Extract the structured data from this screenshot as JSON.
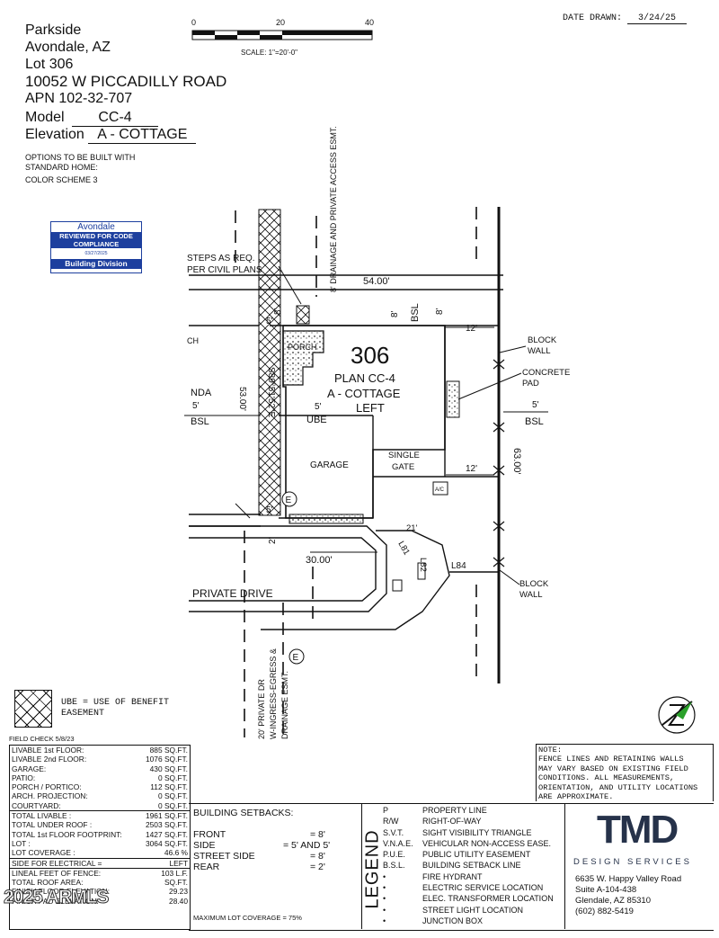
{
  "header": {
    "subdivision": "Parkside",
    "city": "Avondale, AZ",
    "lot": "Lot 306",
    "address": "10052 W PICCADILLY ROAD",
    "apn": "APN 102-32-707",
    "model_label": "Model",
    "model_value": "CC-4",
    "elevation_label": "Elevation",
    "elevation_value": "A - COTTAGE",
    "options_line1": "OPTIONS TO BE BUILT WITH",
    "options_line2": "STANDARD HOME:",
    "color_scheme": "COLOR SCHEME 3",
    "date_drawn_label": "DATE DRAWN:",
    "date_drawn": "3/24/25"
  },
  "scale": {
    "t0": "0",
    "t20": "20",
    "t40": "40",
    "label": "SCALE: 1\"=20'-0\""
  },
  "stamp": {
    "line1": "Avondale",
    "line2": "REVIEWED FOR CODE",
    "line3": "COMPLIANCE",
    "line4": "03/27/2025",
    "line5": "Building Division"
  },
  "plan": {
    "lot_number": "306",
    "plan": "PLAN CC-4",
    "elevation": "A - COTTAGE",
    "hand": "LEFT",
    "porch": "PORCH",
    "garage": "GARAGE",
    "single_gate": "SINGLE\nGATE",
    "steps": "STEPS AS REQ.\nPER CIVIL PLANS",
    "drainage": "8' DRAINAGE AND PRIVATE ACCESS ESMT.",
    "dim_54": "54.00'",
    "dim_63": "63.00'",
    "dim_53": "53.00'",
    "dim_30": "30.00'",
    "bearing": "S89°51'52\"E",
    "block_wall_top": "BLOCK\nWALL",
    "block_wall_bot": "BLOCK\nWALL",
    "concrete_pad": "CONCRETE\nPAD",
    "private_drive": "PRIVATE DRIVE",
    "private_drive_esmt": "20' PRIVATE DR\nW-INGRESS-EGRESS &\nDRAINAGE ESMT.",
    "ube": "UBE",
    "bsl": "BSL",
    "nda": "NDA",
    "ch": "CH",
    "ac": "A/C",
    "l81": "L81",
    "l82": "L82",
    "l84": "L84",
    "d5": "5'",
    "d8": "8'",
    "d12": "12'",
    "d21": "21'",
    "d2": "2'"
  },
  "ube_legend": {
    "text1": "UBE = USE OF BENEFIT",
    "text2": "EASEMENT"
  },
  "field_check": "FIELD CHECK 5/8/23",
  "stats": [
    {
      "label": "LIVABLE 1st FLOOR:",
      "value": "885 SQ.FT."
    },
    {
      "label": "LIVABLE 2nd FLOOR:",
      "value": "1076 SQ.FT."
    },
    {
      "label": "GARAGE:",
      "value": "430 SQ.FT."
    },
    {
      "label": "PATIO:",
      "value": "0 SQ.FT."
    },
    {
      "label": "PORCH / PORTICO:",
      "value": "112 SQ.FT."
    },
    {
      "label": "ARCH. PROJECTION:",
      "value": "0 SQ.FT."
    },
    {
      "label": "COURTYARD:",
      "value": "0 SQ.FT."
    },
    {
      "label": "TOTAL LIVABLE :",
      "value": "1961 SQ.FT."
    },
    {
      "label": "TOTAL UNDER ROOF :",
      "value": "2503 SQ.FT."
    },
    {
      "label": "TOTAL 1st FLOOR FOOTPRINT:",
      "value": "1427 SQ.FT."
    },
    {
      "label": "LOT :",
      "value": "3064 SQ.FT."
    },
    {
      "label": "LOT COVERAGE :",
      "value": "46.6 %"
    },
    {
      "label": "SIDE FOR ELECTRICAL =",
      "value": "LEFT"
    },
    {
      "label": "LINEAL FEET OF FENCE:",
      "value": "103 L.F."
    },
    {
      "label": "TOTAL ROOF AREA:",
      "value": "SQ.FT."
    },
    {
      "label": "FINISH FLOOR ELEVATION:",
      "value": "29.23"
    },
    {
      "label": "FINISH PAD ELEVATION:",
      "value": "28.40"
    }
  ],
  "setbacks": {
    "title": "BUILDING SETBACKS:",
    "rows": [
      {
        "label": "FRONT",
        "value": "= 8'"
      },
      {
        "label": "SIDE",
        "value": "= 5' AND 5'"
      },
      {
        "label": "STREET SIDE",
        "value": "= 8'"
      },
      {
        "label": "REAR",
        "value": "= 2'"
      }
    ],
    "max_coverage": "MAXIMUM LOT COVERAGE = 75%"
  },
  "legend": {
    "title": "LEGEND",
    "items": [
      {
        "abbr": "P",
        "text": "PROPERTY LINE"
      },
      {
        "abbr": "R/W",
        "text": "RIGHT-OF-WAY"
      },
      {
        "abbr": "S.V.T.",
        "text": "SIGHT VISIBILITY TRIANGLE"
      },
      {
        "abbr": "V.N.A.E.",
        "text": "VEHICULAR NON-ACCESS EASE."
      },
      {
        "abbr": "P.U.E.",
        "text": "PUBLIC UTILITY EASEMENT"
      },
      {
        "abbr": "B.S.L.",
        "text": "BUILDING SETBACK LINE"
      },
      {
        "abbr": "",
        "text": "FIRE HYDRANT"
      },
      {
        "abbr": "",
        "text": "ELECTRIC SERVICE LOCATION"
      },
      {
        "abbr": "",
        "text": "ELEC. TRANSFORMER LOCATION"
      },
      {
        "abbr": "",
        "text": "STREET LIGHT LOCATION"
      },
      {
        "abbr": "",
        "text": "JUNCTION BOX"
      }
    ]
  },
  "note": {
    "label": "NOTE:",
    "line1": "FENCE LINES AND RETAINING WALLS",
    "line2": "MAY VARY BASED ON EXISTING FIELD",
    "line3": "CONDITIONS. ALL MEASUREMENTS,",
    "line4": "ORIENTATION, AND UTILITY LOCATIONS",
    "line5": "ARE APPROXIMATE."
  },
  "company": {
    "logo": "TMD",
    "tagline": "DESIGN SERVICES",
    "addr1": "6635 W. Happy Valley Road",
    "addr2": "Suite A-104-438",
    "addr3": "Glendale, AZ 85310",
    "phone": "(602) 882-5419"
  },
  "watermark": "2025 ARMLS"
}
